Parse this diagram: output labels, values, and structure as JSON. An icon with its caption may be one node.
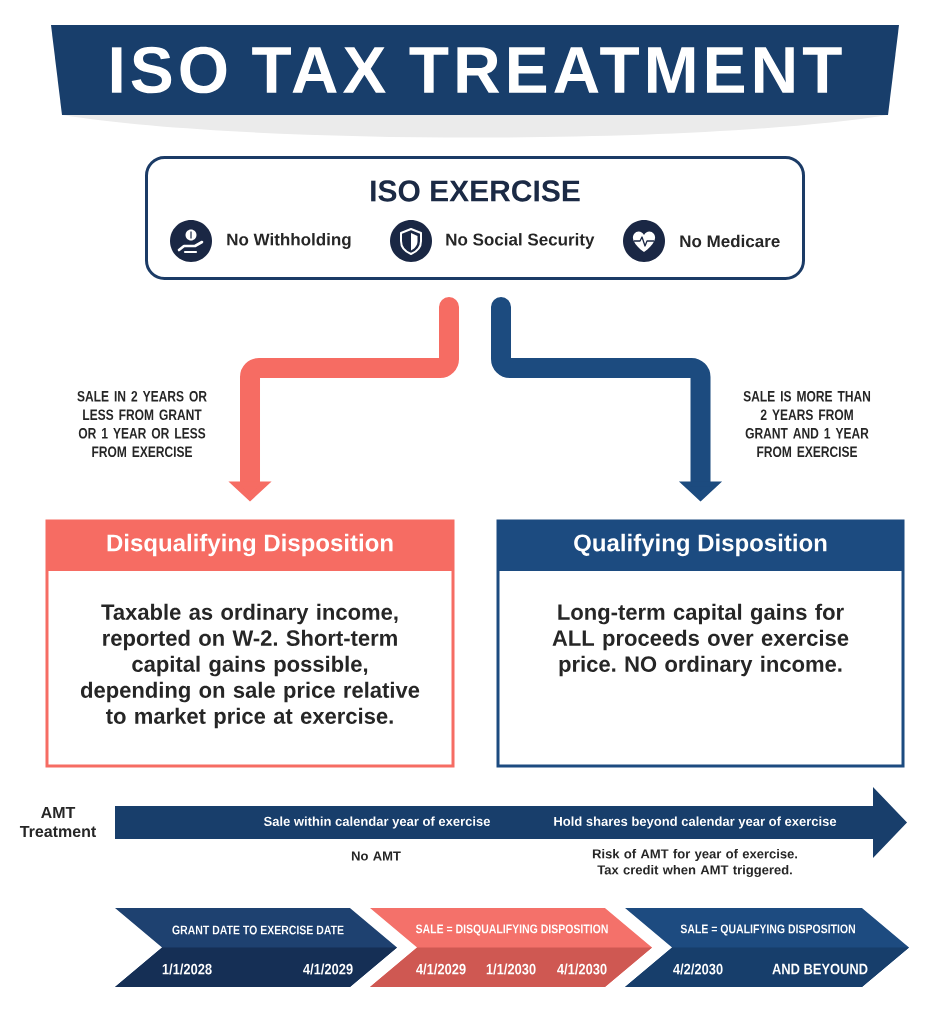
{
  "diagram": {
    "title": "ISO TAX TREATMENT",
    "nodes": [
      {
        "text": [
          "ISO EXERCISE",
          "No Withholding",
          "No Social Security",
          "No Medicare"
        ]
      },
      {
        "text": [
          "Disqualifying Disposition",
          "Taxable as ordinary income, reported on W-2. Short-term capital gains possible, depending on sale price relative to market price at exercise."
        ]
      },
      {
        "text": [
          "Qualifying Disposition",
          "Long-term capital gains for ALL proceeds over exercise price. NO ordinary income."
        ]
      },
      {
        "text": [
          "Sale within calendar year of exercise",
          "Hold shares beyond calendar year of exercise"
        ],
        "beside": [
          "AMT Treatment",
          "No AMT",
          "Risk of AMT for year of exercise. Tax credit when AMT triggered."
        ]
      },
      {
        "text": [
          "GRANT DATE TO EXERCISE DATE",
          "1/1/2028",
          "4/1/2029"
        ]
      },
      {
        "text": [
          "SALE = DISQUALIFYING DISPOSITION",
          "4/1/2029",
          "1/1/2030",
          "4/1/2030"
        ]
      },
      {
        "text": [
          "SALE = QUALIFYING DISPOSITION",
          "4/2/2030",
          "AND BEYOUND"
        ]
      }
    ],
    "edges": [
      {
        "from": 0,
        "to": 1,
        "arrow": "to",
        "label": "SALE IN 2 YEARS OR LESS FROM GRANT OR 1 YEAR OR LESS FROM EXERCISE",
        "color": "#f66c63"
      },
      {
        "from": 0,
        "to": 2,
        "arrow": "to",
        "label": "SALE IS MORE THAN 2 YEARS FROM GRANT AND 1 YEAR FROM EXERCISE",
        "color": "#1c4b7f"
      }
    ]
  }
}
